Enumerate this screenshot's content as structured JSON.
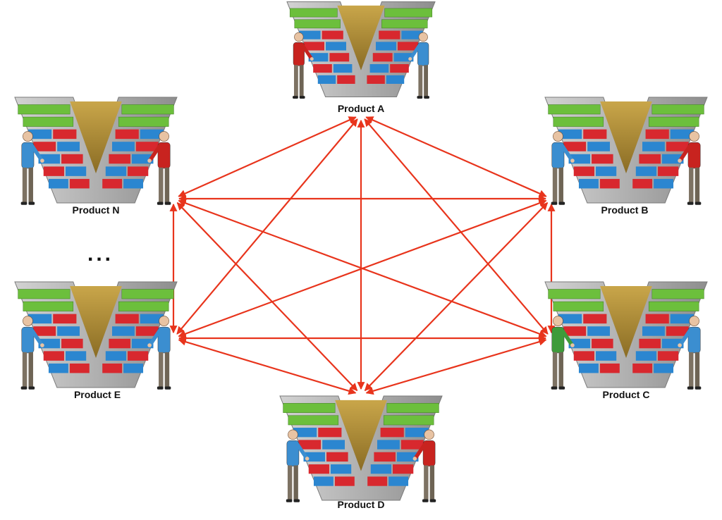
{
  "products": [
    {
      "id": "A",
      "label": "Product A"
    },
    {
      "id": "B",
      "label": "Product B"
    },
    {
      "id": "C",
      "label": "Product C"
    },
    {
      "id": "D",
      "label": "Product D"
    },
    {
      "id": "E",
      "label": "Product E"
    },
    {
      "id": "N",
      "label": "Product N"
    }
  ],
  "ellipsis": "...",
  "connections": "all-pairs",
  "colors": {
    "arrow": "#e8341c",
    "v_gold": "#b8963a",
    "v_frame": "#a8a8a8",
    "level_green": "#6cbf3c",
    "level_blue": "#2b86d0",
    "level_red": "#d8282e",
    "person_red": "#c8231f",
    "person_blue": "#3b8ed0",
    "person_green": "#3e9b3a"
  },
  "people_shirts": {
    "A": [
      "person_red",
      "person_blue"
    ],
    "B": [
      "person_blue",
      "person_red"
    ],
    "C": [
      "person_green",
      "person_blue"
    ],
    "D": [
      "person_blue",
      "person_red"
    ],
    "E": [
      "person_blue",
      "person_blue"
    ],
    "N": [
      "person_blue",
      "person_red"
    ]
  }
}
